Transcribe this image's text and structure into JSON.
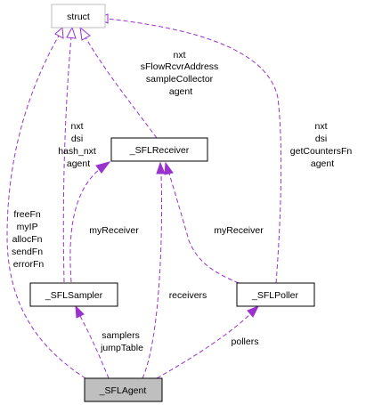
{
  "nodes": {
    "struct": "struct",
    "sfl_receiver": "_SFLReceiver",
    "sfl_sampler": "_SFLSampler",
    "sfl_poller": "_SFLPoller",
    "sfl_agent": "_SFLAgent"
  },
  "edges": {
    "receiver_to_struct": [
      "nxt",
      "sFlowRcvrAddress",
      "sampleCollector",
      "agent"
    ],
    "sampler_to_struct": [
      "nxt",
      "dsi",
      "hash_nxt",
      "agent"
    ],
    "poller_to_struct": [
      "nxt",
      "dsi",
      "getCountersFn",
      "agent"
    ],
    "agent_to_struct": [
      "freeFn",
      "myIP",
      "allocFn",
      "sendFn",
      "errorFn"
    ],
    "sampler_to_receiver": "myReceiver",
    "poller_to_receiver": "myReceiver",
    "agent_to_receiver": "receivers",
    "agent_to_sampler": [
      "samplers",
      "jumpTable"
    ],
    "agent_to_poller": "pollers"
  },
  "colors": {
    "edge": "#9a32cd",
    "ghost_border": "#bfbfbf",
    "focus_fill": "#bfbfbf"
  }
}
